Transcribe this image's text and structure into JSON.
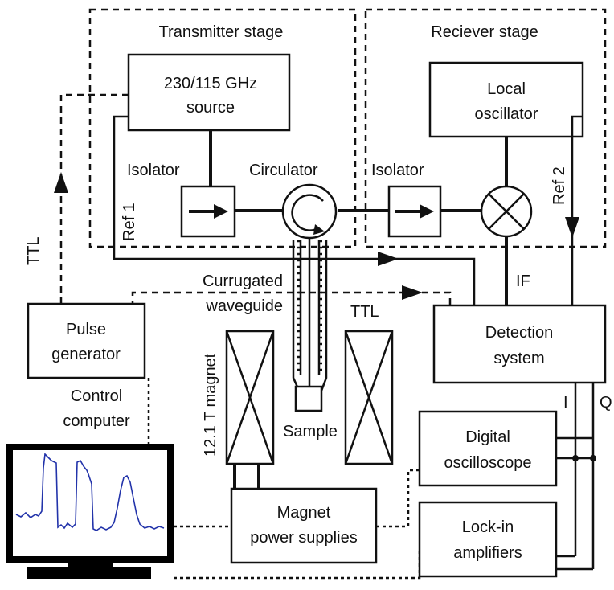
{
  "stages": {
    "transmitter": "Transmitter stage",
    "receiver": "Reciever stage"
  },
  "source": {
    "line1": "230/115 GHz",
    "line2": "source"
  },
  "local_oscillator": {
    "line1": "Local",
    "line2": "oscillator"
  },
  "isolator_left": "Isolator",
  "isolator_right": "Isolator",
  "circulator": "Circulator",
  "ref1": "Ref 1",
  "ref2": "Ref 2",
  "ttl_left": "TTL",
  "ttl_mid": "TTL",
  "if": "IF",
  "waveguide": {
    "line1": "Currugated",
    "line2": "waveguide"
  },
  "pulse_generator": {
    "line1": "Pulse",
    "line2": "generator"
  },
  "detection": {
    "line1": "Detection",
    "line2": "system"
  },
  "magnet": "12.1 T magnet",
  "sample": "Sample",
  "control_computer": {
    "line1": "Control",
    "line2": "computer"
  },
  "oscilloscope": {
    "line1": "Digital",
    "line2": "oscilloscope"
  },
  "power_supplies": {
    "line1": "Magnet",
    "line2": "power supplies"
  },
  "lockin": {
    "line1": "Lock-in",
    "line2": "amplifiers"
  },
  "channel_i": "I",
  "channel_q": "Q",
  "colors": {
    "line": "#111111",
    "trace": "#2233aa",
    "screen": "#ffffff"
  }
}
